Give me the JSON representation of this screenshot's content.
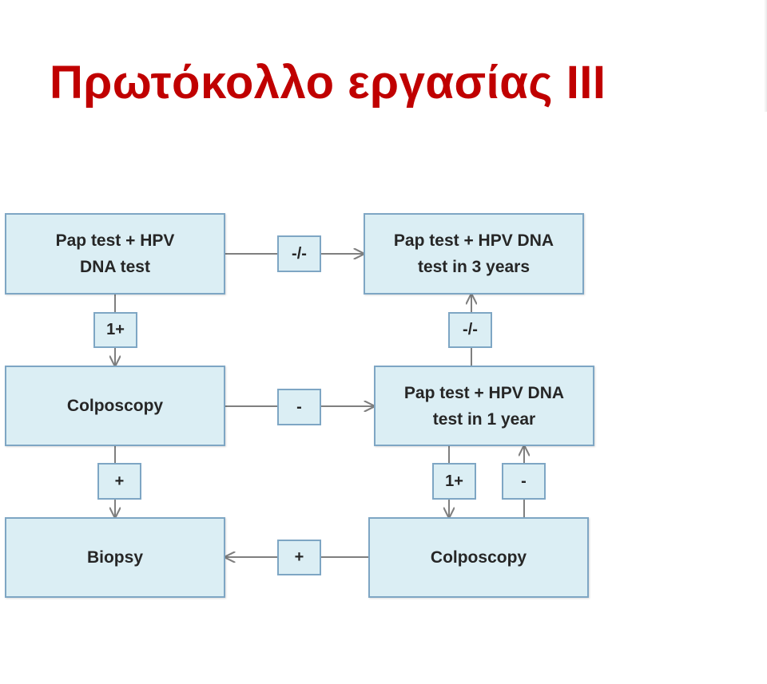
{
  "title": "Πρωτόκολλο εργασίας ΙΙΙ",
  "boxes": {
    "pap_hpv_initial": "Pap test + HPV DNA test",
    "pap_hpv_3_years": "Pap test + HPV DNA test in 3 years",
    "colposcopy_left": "Colposcopy",
    "pap_hpv_1_year": "Pap test + HPV DNA test in 1 year",
    "biopsy": "Biopsy",
    "colposcopy_right": "Colposcopy"
  },
  "labels": {
    "negative_top": "-/-",
    "positive_1_left": "1+",
    "negative_right_up": "-/-",
    "negative_middle": "-",
    "positive_left": "+",
    "positive_1_right": "1+",
    "negative_right_small": "-",
    "positive_bottom": "+"
  },
  "colors": {
    "title": "#c00000",
    "box_fill": "#dbeef4",
    "box_border": "#7ea6c4",
    "connector": "#7f7f7f"
  }
}
